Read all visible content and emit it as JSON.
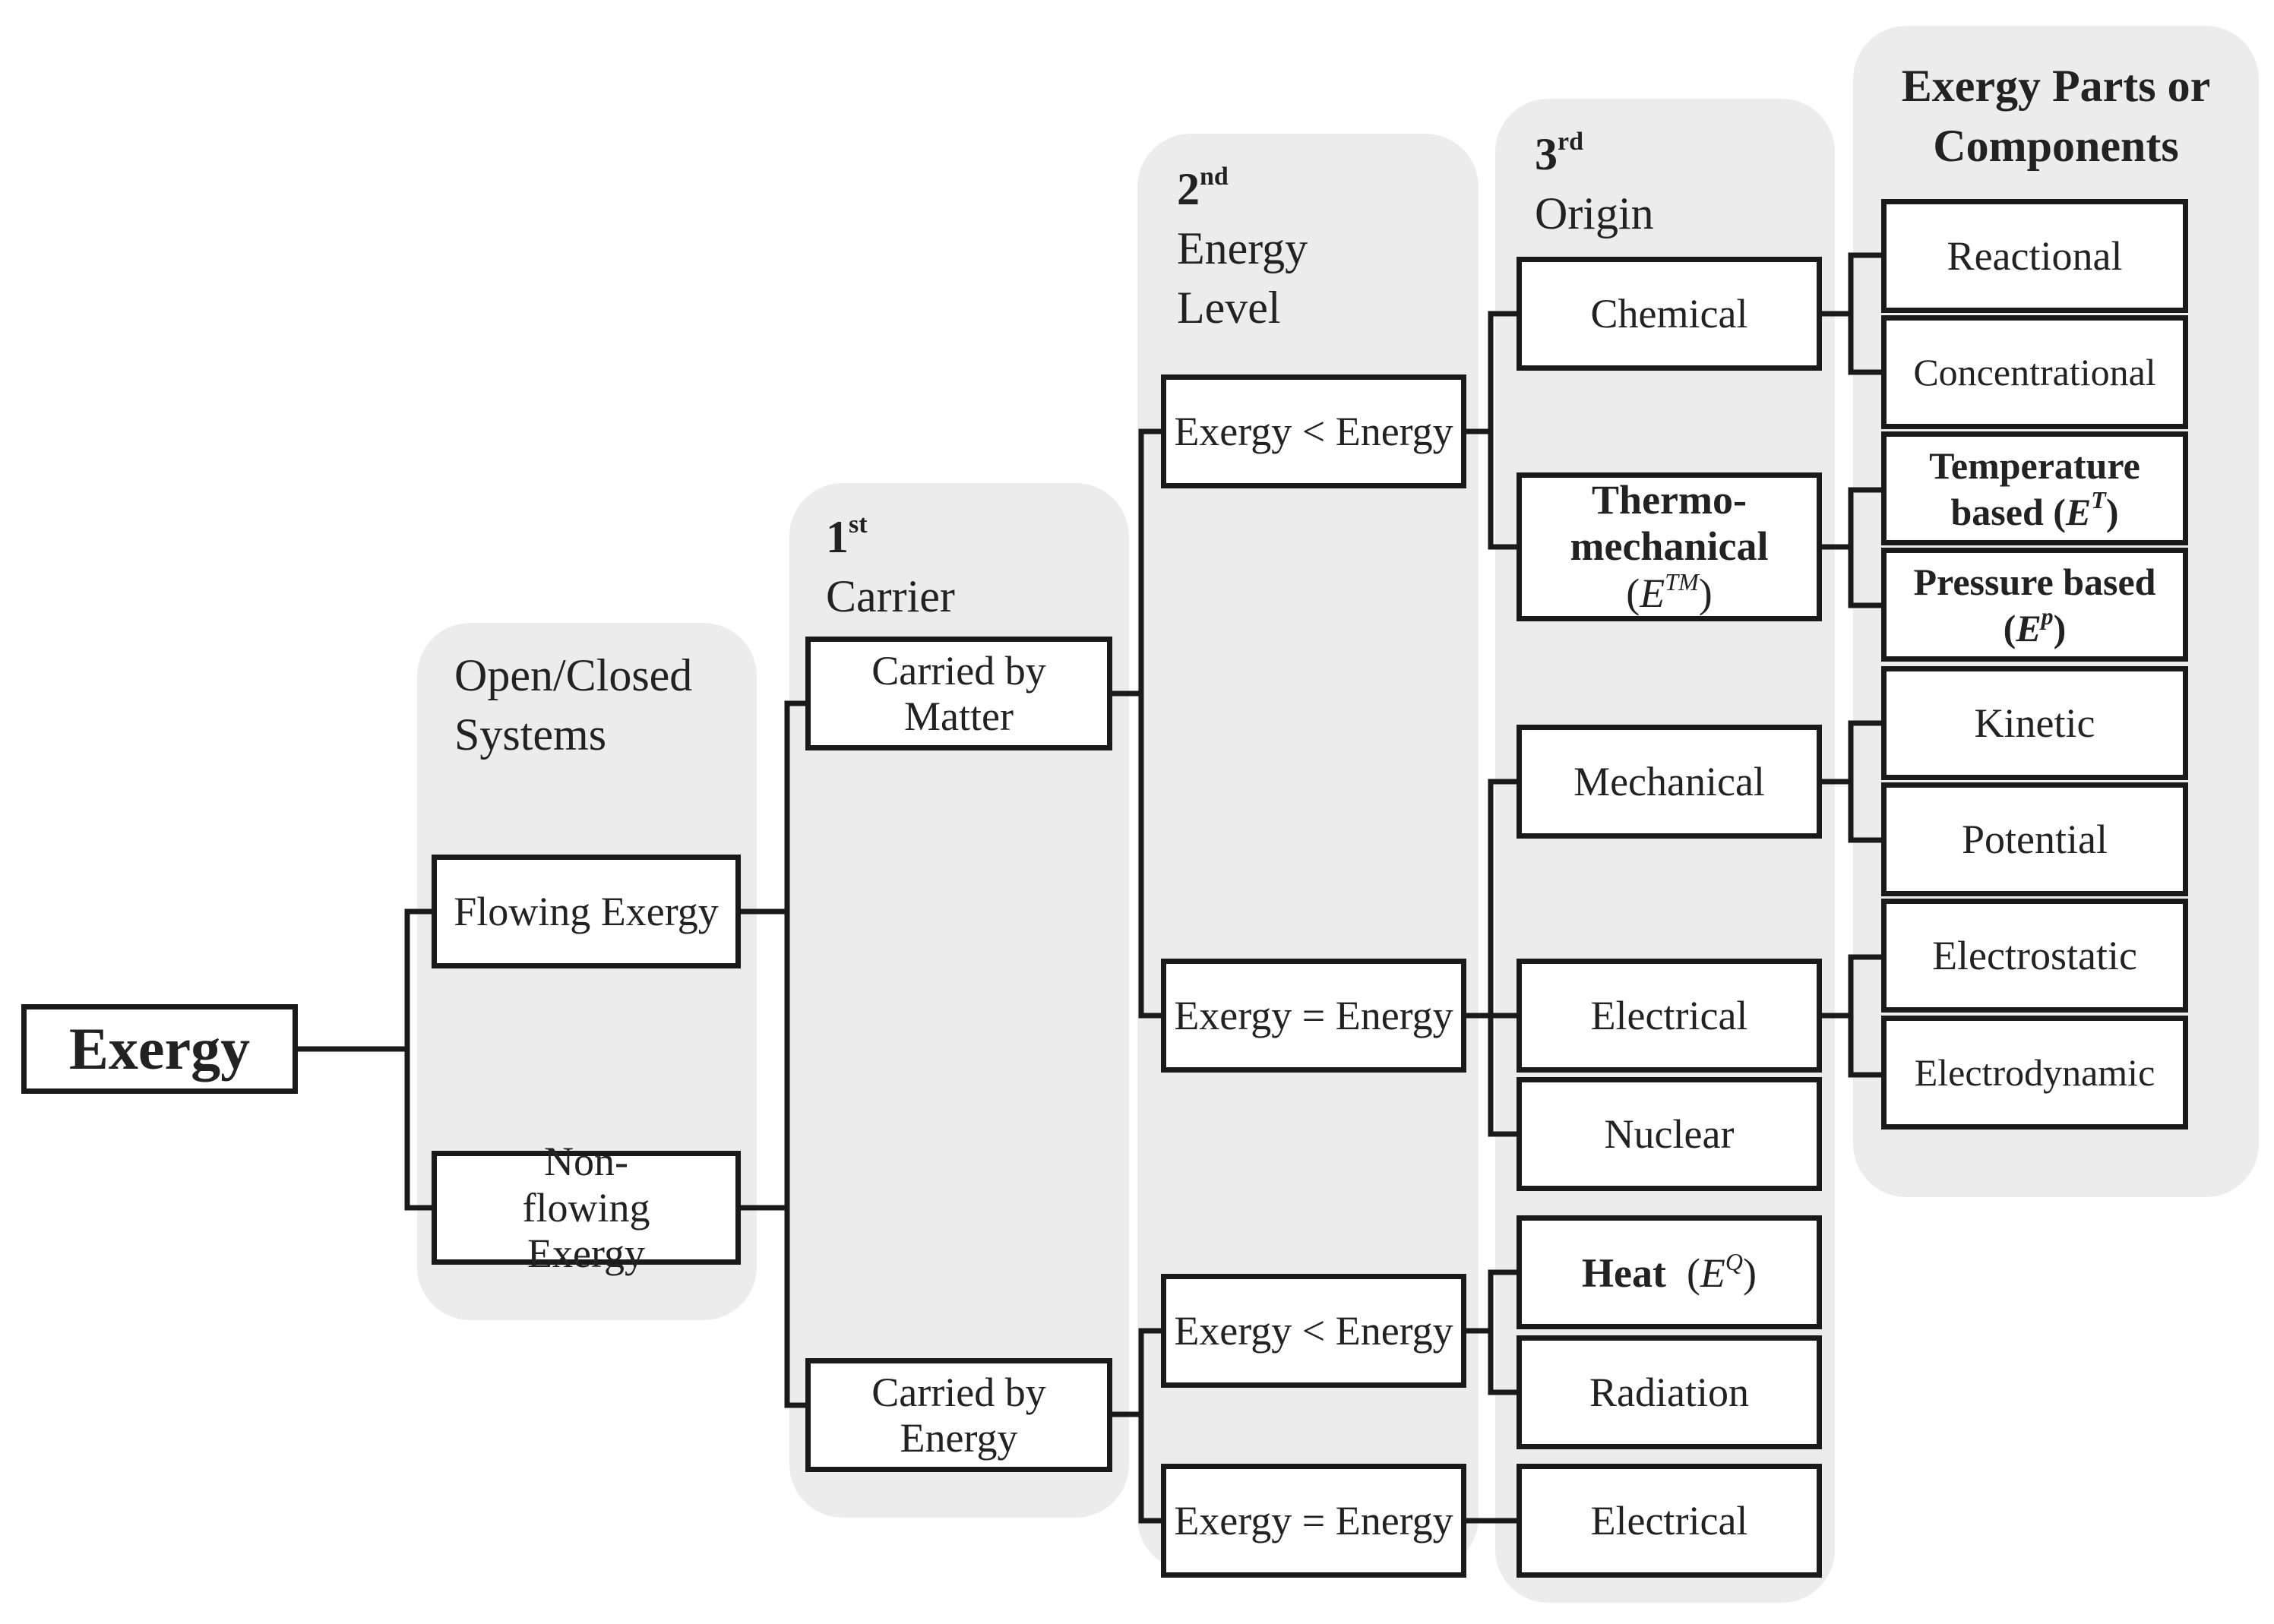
{
  "root": {
    "label": "Exergy"
  },
  "columns": {
    "systems": {
      "title": [
        "Open/Closed",
        "Systems"
      ],
      "boxes": [
        {
          "label": "Flowing Exergy"
        },
        {
          "label": "Non-flowing Exergy"
        }
      ]
    },
    "carrier": {
      "ordinal_num": "1",
      "ordinal_sup": "st",
      "title": "Carrier",
      "boxes": [
        {
          "label": "Carried by Matter"
        },
        {
          "label": "Carried by Energy"
        }
      ]
    },
    "energy_level": {
      "ordinal_num": "2",
      "ordinal_sup": "nd",
      "title": [
        "Energy",
        "Level"
      ],
      "boxes": [
        {
          "label": "Exergy < Energy"
        },
        {
          "label": "Exergy = Energy"
        },
        {
          "label": "Exergy < Energy"
        },
        {
          "label": "Exergy = Energy"
        }
      ]
    },
    "origin": {
      "ordinal_num": "3",
      "ordinal_sup": "rd",
      "title": "Origin",
      "boxes": [
        {
          "label": "Chemical"
        },
        {
          "label": "Thermo-mechanical",
          "symbol_base": "E",
          "symbol_sup": "TM"
        },
        {
          "label": "Mechanical"
        },
        {
          "label": "Electrical"
        },
        {
          "label": "Nuclear"
        },
        {
          "label": "Heat",
          "symbol_base": "E",
          "symbol_sup": "Q"
        },
        {
          "label": "Radiation"
        },
        {
          "label": "Electrical"
        }
      ]
    },
    "components": {
      "title": [
        "Exergy Parts or",
        "Components"
      ],
      "boxes": [
        {
          "label": "Reactional"
        },
        {
          "label": "Concentrational"
        },
        {
          "label": "Temperature based",
          "symbol_base": "E",
          "symbol_sup": "T"
        },
        {
          "label": "Pressure based",
          "symbol_base": "E",
          "symbol_sup": "p"
        },
        {
          "label": "Kinetic"
        },
        {
          "label": "Potential"
        },
        {
          "label": "Electrostatic"
        },
        {
          "label": "Electrodynamic"
        }
      ]
    }
  }
}
